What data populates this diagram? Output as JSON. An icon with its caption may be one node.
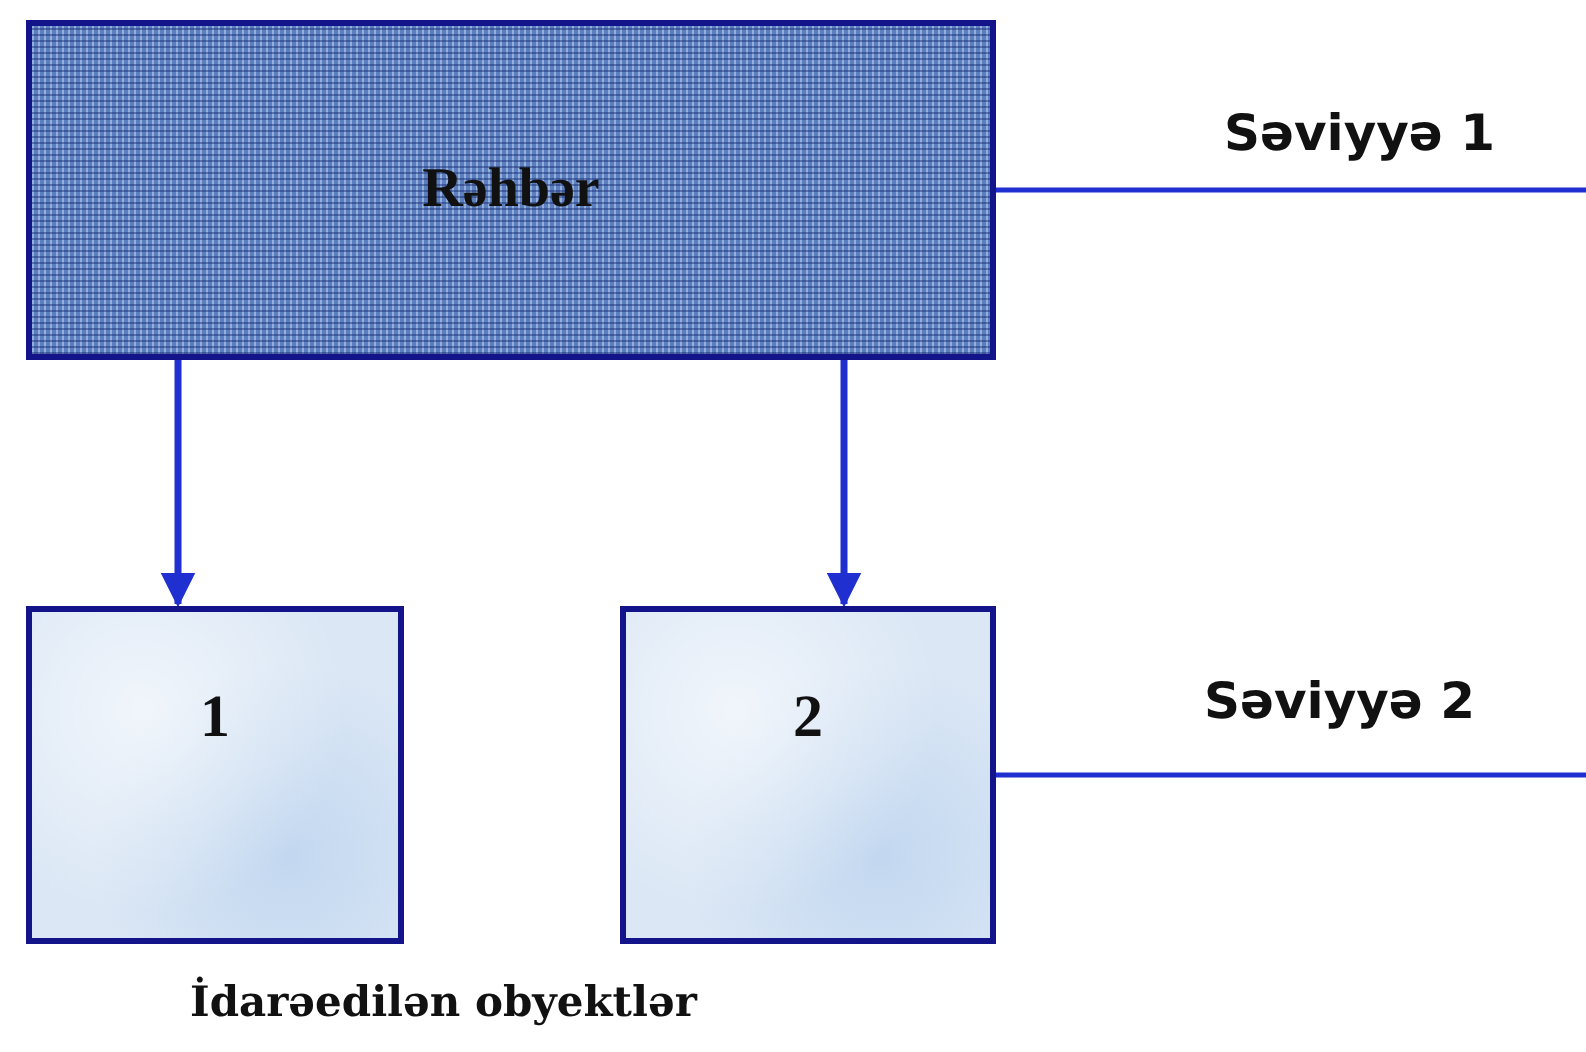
{
  "diagram": {
    "nodes": [
      {
        "text": [
          "Rəhbər"
        ]
      },
      {
        "text": [
          "1"
        ]
      },
      {
        "text": [
          "2"
        ]
      }
    ],
    "edges": [
      {
        "from": 0,
        "to": 1,
        "arrow": "to"
      },
      {
        "from": 0,
        "to": 2,
        "arrow": "to"
      },
      {
        "from": 0,
        "to": null,
        "arrow": "none",
        "label": "Səviyyə 1"
      },
      {
        "from": 2,
        "to": null,
        "arrow": "none",
        "label": "Səviyyə 2"
      }
    ],
    "labels": [
      "İdarəedilən obyektlər"
    ]
  }
}
